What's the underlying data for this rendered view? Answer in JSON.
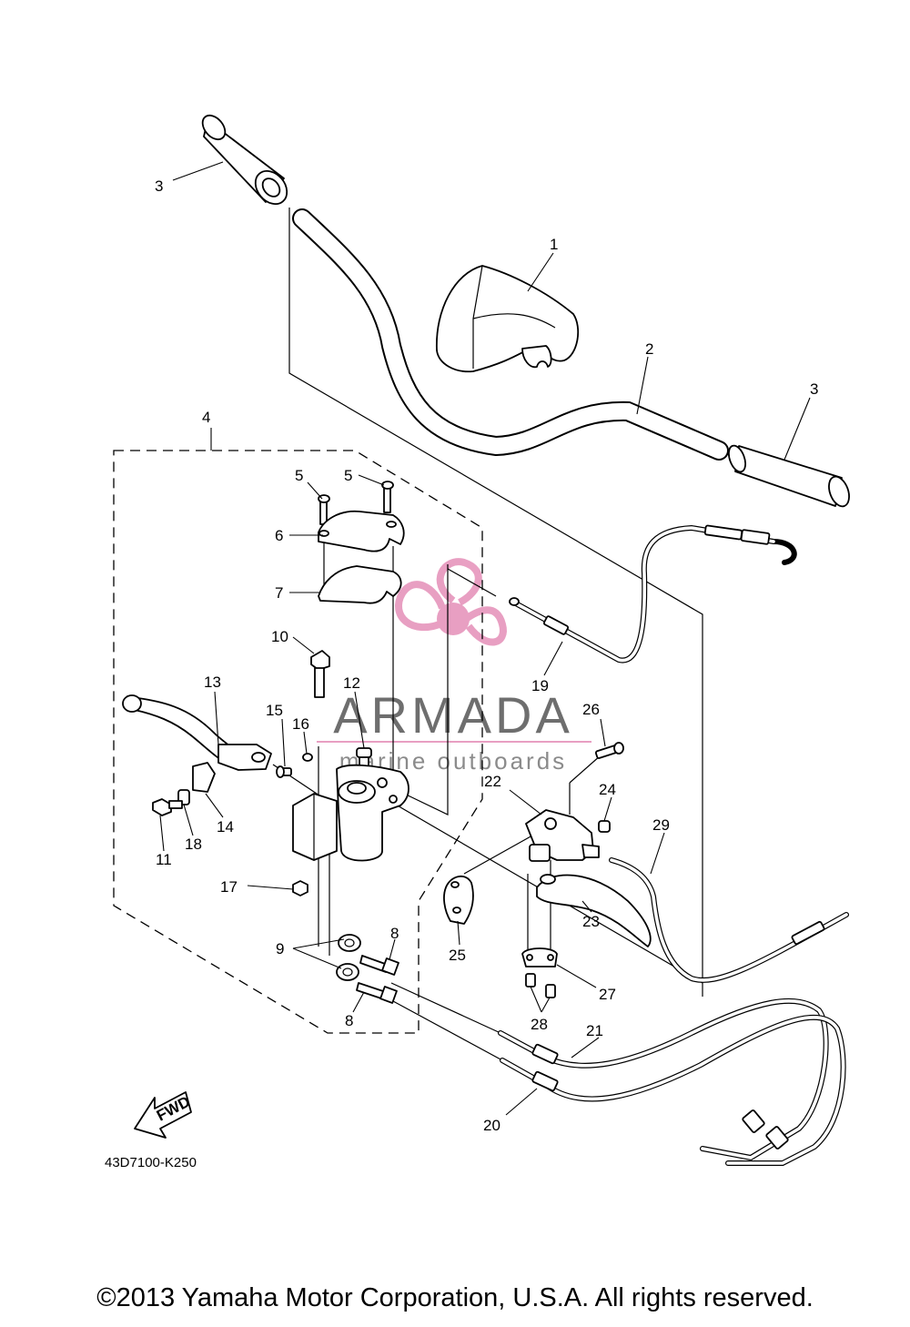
{
  "diagram": {
    "part_code": "43D7100-K250",
    "fwd_label": "FWD",
    "callouts": [
      "1",
      "2",
      "3",
      "3",
      "4",
      "5",
      "5",
      "6",
      "7",
      "8",
      "8",
      "9",
      "10",
      "11",
      "12",
      "13",
      "14",
      "15",
      "16",
      "17",
      "18",
      "19",
      "20",
      "21",
      "22",
      "23",
      "24",
      "25",
      "26",
      "27",
      "28",
      "29"
    ]
  },
  "watermark": {
    "brand": "ARMADA",
    "tagline": "marine outboards",
    "color": "#e58fb8"
  },
  "footer": {
    "copyright": "©2013 Yamaha Motor Corporation, U.S.A. All rights reserved."
  }
}
